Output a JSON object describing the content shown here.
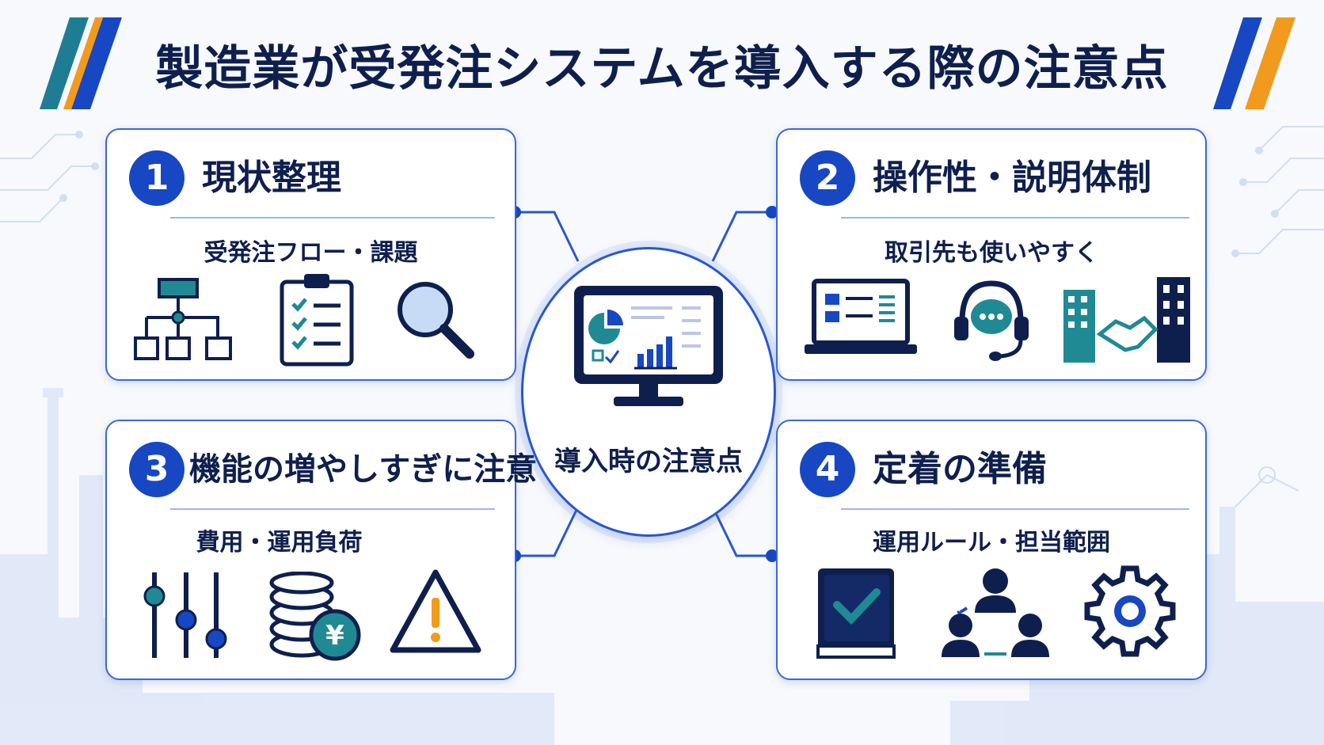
{
  "title": "製造業が受発注システムを導入する際の注意点",
  "hub": {
    "label": "導入時の注意点"
  },
  "cards": [
    {
      "number": "1",
      "heading": "現状整理",
      "subtitle": "受発注フロー・課題",
      "icons": [
        "flowchart-icon",
        "checklist-clipboard-icon",
        "magnifier-icon"
      ]
    },
    {
      "number": "2",
      "heading": "操作性・説明体制",
      "subtitle": "取引先も使いやすく",
      "icons": [
        "laptop-icon",
        "headset-support-icon",
        "buildings-handshake-icon"
      ]
    },
    {
      "number": "3",
      "heading": "機能の増やしすぎに注意",
      "subtitle": "費用・運用負荷",
      "icons": [
        "sliders-icon",
        "coins-yen-icon",
        "warning-icon"
      ]
    },
    {
      "number": "4",
      "heading": "定着の準備",
      "subtitle": "運用ルール・担当範囲",
      "icons": [
        "manual-book-icon",
        "team-icon",
        "gear-icon"
      ]
    }
  ],
  "colors": {
    "navy": "#0f1f4d",
    "blue": "#1747c2",
    "teal": "#1f8a93",
    "orange": "#f29a1e",
    "warning_orange": "#f39a1b"
  }
}
